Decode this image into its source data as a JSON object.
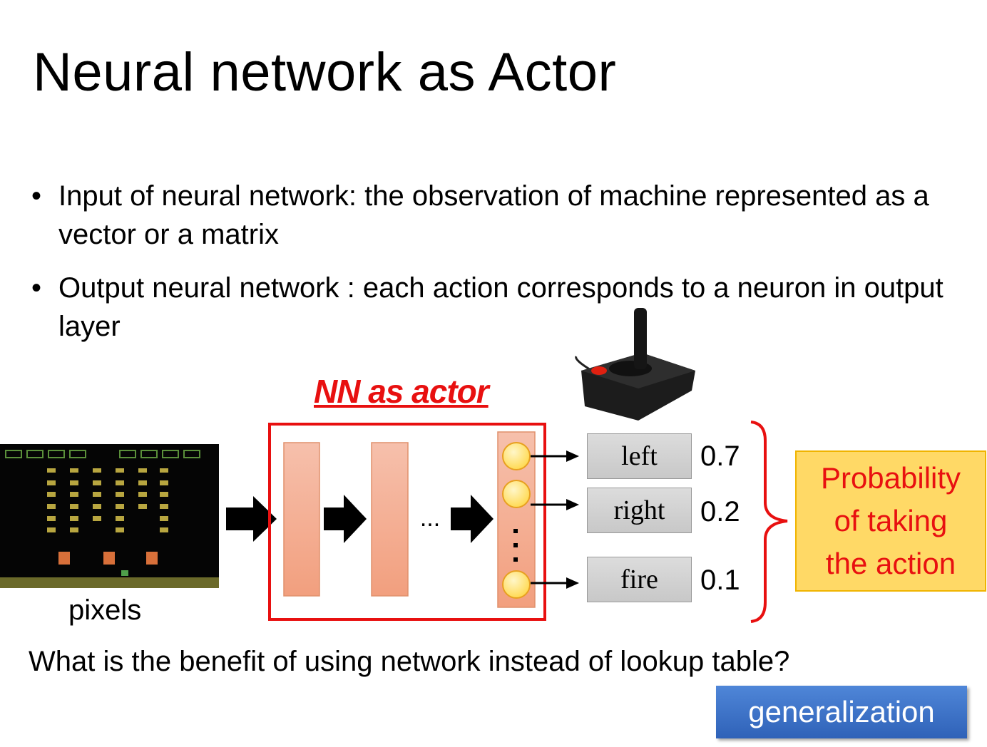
{
  "title": "Neural network as Actor",
  "bullets": [
    {
      "symbol": "•",
      "text": "Input of neural network: the observation of machine represented as a vector or a matrix"
    },
    {
      "symbol": "•",
      "text": "Output neural network : each action corresponds to a neuron in output layer"
    }
  ],
  "diagram": {
    "nn_label": "NN as actor",
    "input_label": "pixels",
    "ellipsis_hidden": "...",
    "actions": [
      {
        "label": "left",
        "probability": "0.7"
      },
      {
        "label": "right",
        "probability": "0.2"
      },
      {
        "label": "fire",
        "probability": "0.1"
      }
    ],
    "probability_box": [
      "Probability",
      "of taking",
      "the action"
    ]
  },
  "question": "What is the benefit of using network instead of lookup table?",
  "answer_button": "generalization",
  "colors": {
    "accent_red": "#e81010",
    "layer_fill": "#f4b29a",
    "neuron_fill": "#ffe680",
    "prob_box_fill": "#ffd966",
    "button_blue": "#3a6fc7"
  },
  "icons": [
    "space-invaders-screenshot",
    "joystick-image"
  ]
}
